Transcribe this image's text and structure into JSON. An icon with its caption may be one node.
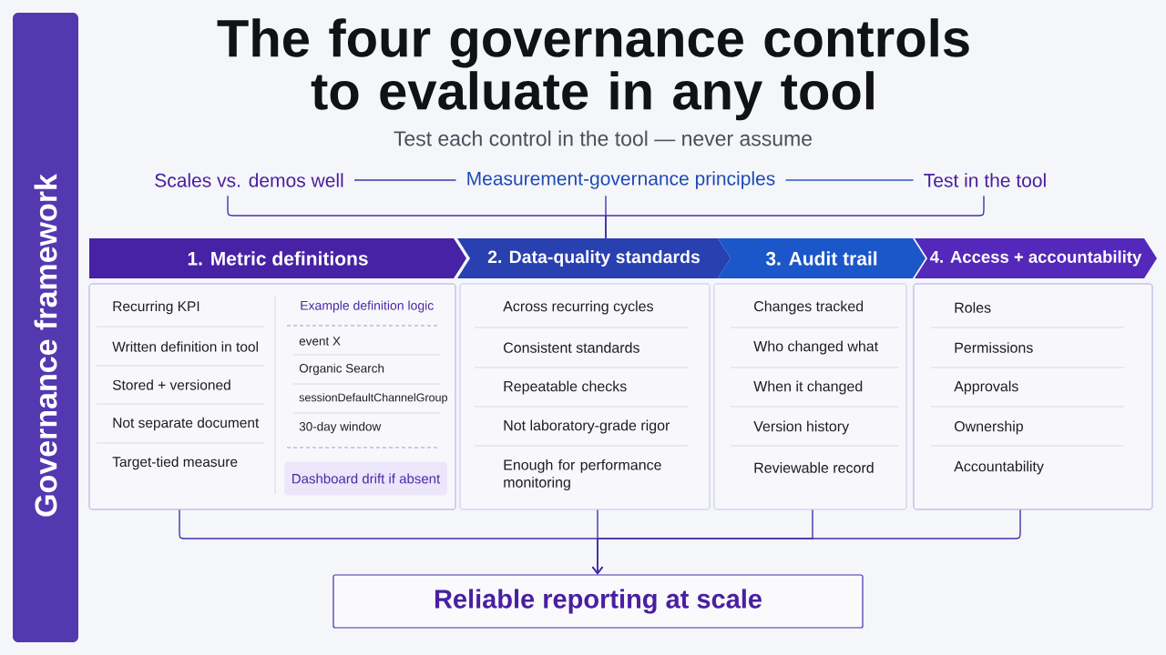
{
  "diagram": {
    "title": "The four governance controls to evaluate in any tool",
    "nodes": [
      {
        "text": [
          "Governance framework"
        ]
      },
      {
        "text": [
          "Scales vs. demos well"
        ]
      },
      {
        "text": [
          "Measurement-governance principles"
        ]
      },
      {
        "text": [
          "Test in the tool"
        ]
      },
      {
        "text": [
          "1. Metric definitions"
        ]
      },
      {
        "text": [
          "Recurring KPI",
          "Written definition in tool",
          "Stored + versioned",
          "Not separate document",
          "Target-tied measure",
          "Example definition logic",
          "event X",
          "Organic Search",
          "sessionDefaultChannelGroup",
          "30-day window"
        ]
      },
      {
        "text": [
          "Dashboard drift if absent"
        ],
        "in": 5
      },
      {
        "text": [
          "2. Data-quality standards"
        ]
      },
      {
        "text": [
          "Across recurring cycles",
          "Consistent standards",
          "Repeatable checks",
          "Not laboratory-grade rigor",
          "Enough for performance monitoring"
        ]
      },
      {
        "text": [
          "3. Audit trail"
        ]
      },
      {
        "text": [
          "Changes tracked",
          "Who changed what",
          "When it changed",
          "Version history",
          "Reviewable record"
        ]
      },
      {
        "text": [
          "4. Access + accountability"
        ]
      },
      {
        "text": [
          "Roles",
          "Permissions",
          "Approvals",
          "Ownership",
          "Accountability"
        ]
      },
      {
        "text": [
          "Reliable reporting at scale"
        ]
      }
    ],
    "edges": [
      {
        "from": 1,
        "to": 2,
        "arrow": "none"
      },
      {
        "from": 2,
        "to": 3,
        "arrow": "none",
        "color": "#2f55c0"
      },
      {
        "from": 1,
        "to": 7,
        "arrow": "none"
      },
      {
        "from": 2,
        "to": 7,
        "arrow": "none"
      },
      {
        "from": 3,
        "to": 7,
        "arrow": "none"
      },
      {
        "from": 5,
        "to": 13,
        "arrow": "to"
      },
      {
        "from": 8,
        "to": 13,
        "arrow": "to"
      },
      {
        "from": 10,
        "to": 13,
        "arrow": "to"
      },
      {
        "from": 12,
        "to": 13,
        "arrow": "to"
      }
    ],
    "labels": [
      "Test each control in the tool — never assume"
    ]
  }
}
